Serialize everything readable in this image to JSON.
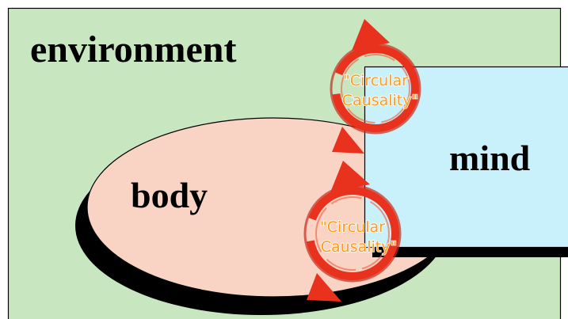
{
  "labels": {
    "environment": "environment",
    "body": "body",
    "mind": "mind"
  },
  "loops": [
    {
      "line1": "\"Circular",
      "line2": "Causality\""
    },
    {
      "line1": "\"Circular",
      "line2": "Causality\""
    }
  ],
  "colors": {
    "environment_fill": "#c8e6c0",
    "body_fill": "#f9d3c3",
    "mind_fill": "#c9f1fb",
    "loop_red": "#e8321e",
    "loop_text": "#ff9a1a",
    "outline": "#000000"
  },
  "icons": [
    "circular-arrow-icon"
  ]
}
